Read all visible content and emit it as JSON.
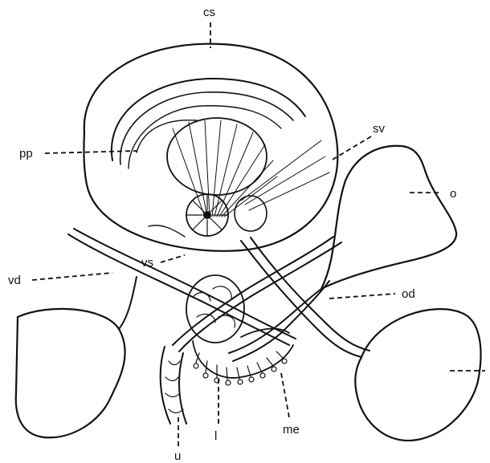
{
  "labels": {
    "cs": "cs",
    "pp": "pp",
    "sv": "sv",
    "o": "o",
    "vs": "vs",
    "vd": "vd",
    "od": "od",
    "u": "u",
    "l": "l",
    "me": "me"
  },
  "colors": {
    "ink": "#111111",
    "paper": "#ffffff"
  }
}
